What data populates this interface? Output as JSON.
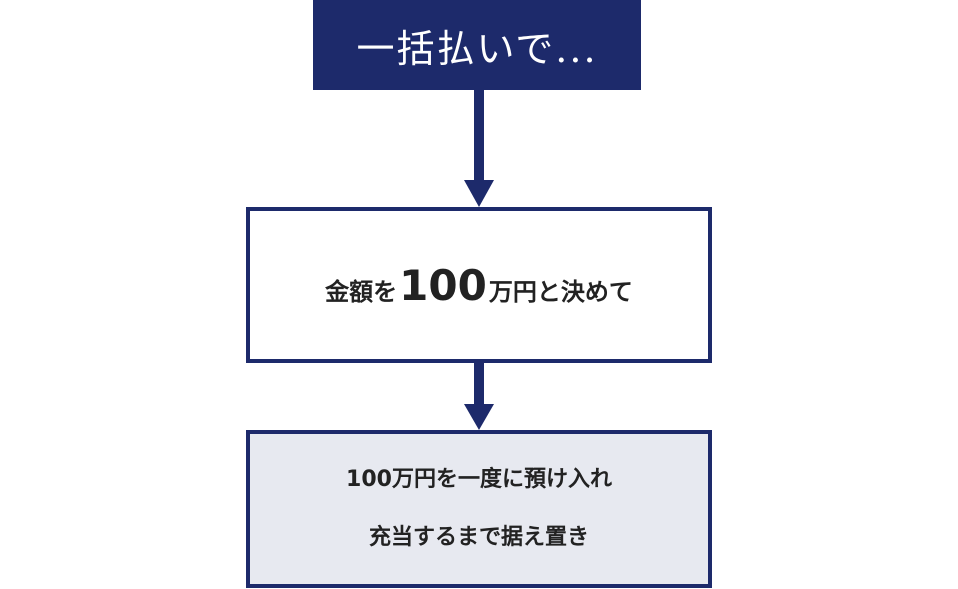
{
  "colors": {
    "navy": "#1d2a6b",
    "light_fill": "#e7e9f0",
    "text_dark": "#222222"
  },
  "steps": [
    {
      "text": "一括払いで..."
    },
    {
      "prefix": "金額を",
      "amount": "100",
      "suffix": "万円と決めて"
    },
    {
      "line1": "100万円を一度に預け入れ",
      "line2": "充当するまで据え置き"
    }
  ]
}
